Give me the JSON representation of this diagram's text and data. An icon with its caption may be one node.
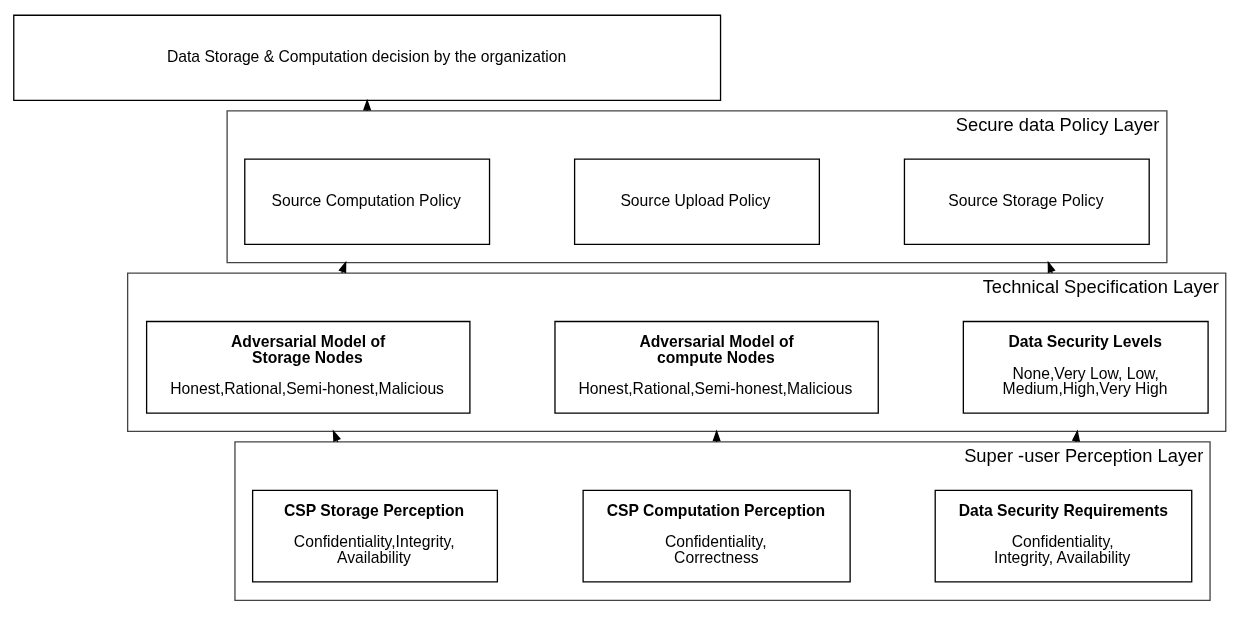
{
  "diagram": {
    "nodes": [
      {
        "text": [
          "Data Storage & Computation decision by the organization"
        ]
      },
      {
        "text": [],
        "shape": "box",
        "beside": [
          "Secure data Policy Layer"
        ]
      },
      {
        "text": [
          "Source Computation Policy"
        ],
        "in": 1
      },
      {
        "text": [
          "Source Upload Policy"
        ],
        "in": 1
      },
      {
        "text": [
          "Source Storage Policy"
        ],
        "in": 1
      },
      {
        "text": [],
        "shape": "box",
        "beside": [
          "Technical Specification Layer"
        ]
      },
      {
        "text": [
          "Adversarial Model of Storage Nodes",
          "Honest,Rational,Semi-honest,Malicious"
        ],
        "in": 5
      },
      {
        "text": [
          "Adversarial Model of compute Nodes",
          "Honest,Rational,Semi-honest,Malicious"
        ],
        "in": 5
      },
      {
        "text": [
          "Data Security Levels",
          "None,Very Low, Low, Medium,High,Very High"
        ],
        "in": 5
      },
      {
        "text": [],
        "shape": "box",
        "beside": [
          "Super -user Perception Layer"
        ]
      },
      {
        "text": [
          "CSP Storage Perception",
          "Confidentiality,Integrity, Availability"
        ],
        "in": 9
      },
      {
        "text": [
          "CSP Computation Perception",
          "Confidentiality, Correctness"
        ],
        "in": 9
      },
      {
        "text": [
          "Data Security Requirements",
          "Confidentiality, Integrity, Availability"
        ],
        "in": 9
      }
    ],
    "edges": [
      {
        "from": 1,
        "to": 0,
        "arrow": "to"
      },
      {
        "from": 5,
        "to": 1,
        "arrow": "to"
      },
      {
        "from": 5,
        "to": 1,
        "arrow": "to"
      },
      {
        "from": 9,
        "to": 5,
        "arrow": "to"
      },
      {
        "from": 9,
        "to": 5,
        "arrow": "to"
      },
      {
        "from": 9,
        "to": 5,
        "arrow": "to"
      }
    ]
  }
}
